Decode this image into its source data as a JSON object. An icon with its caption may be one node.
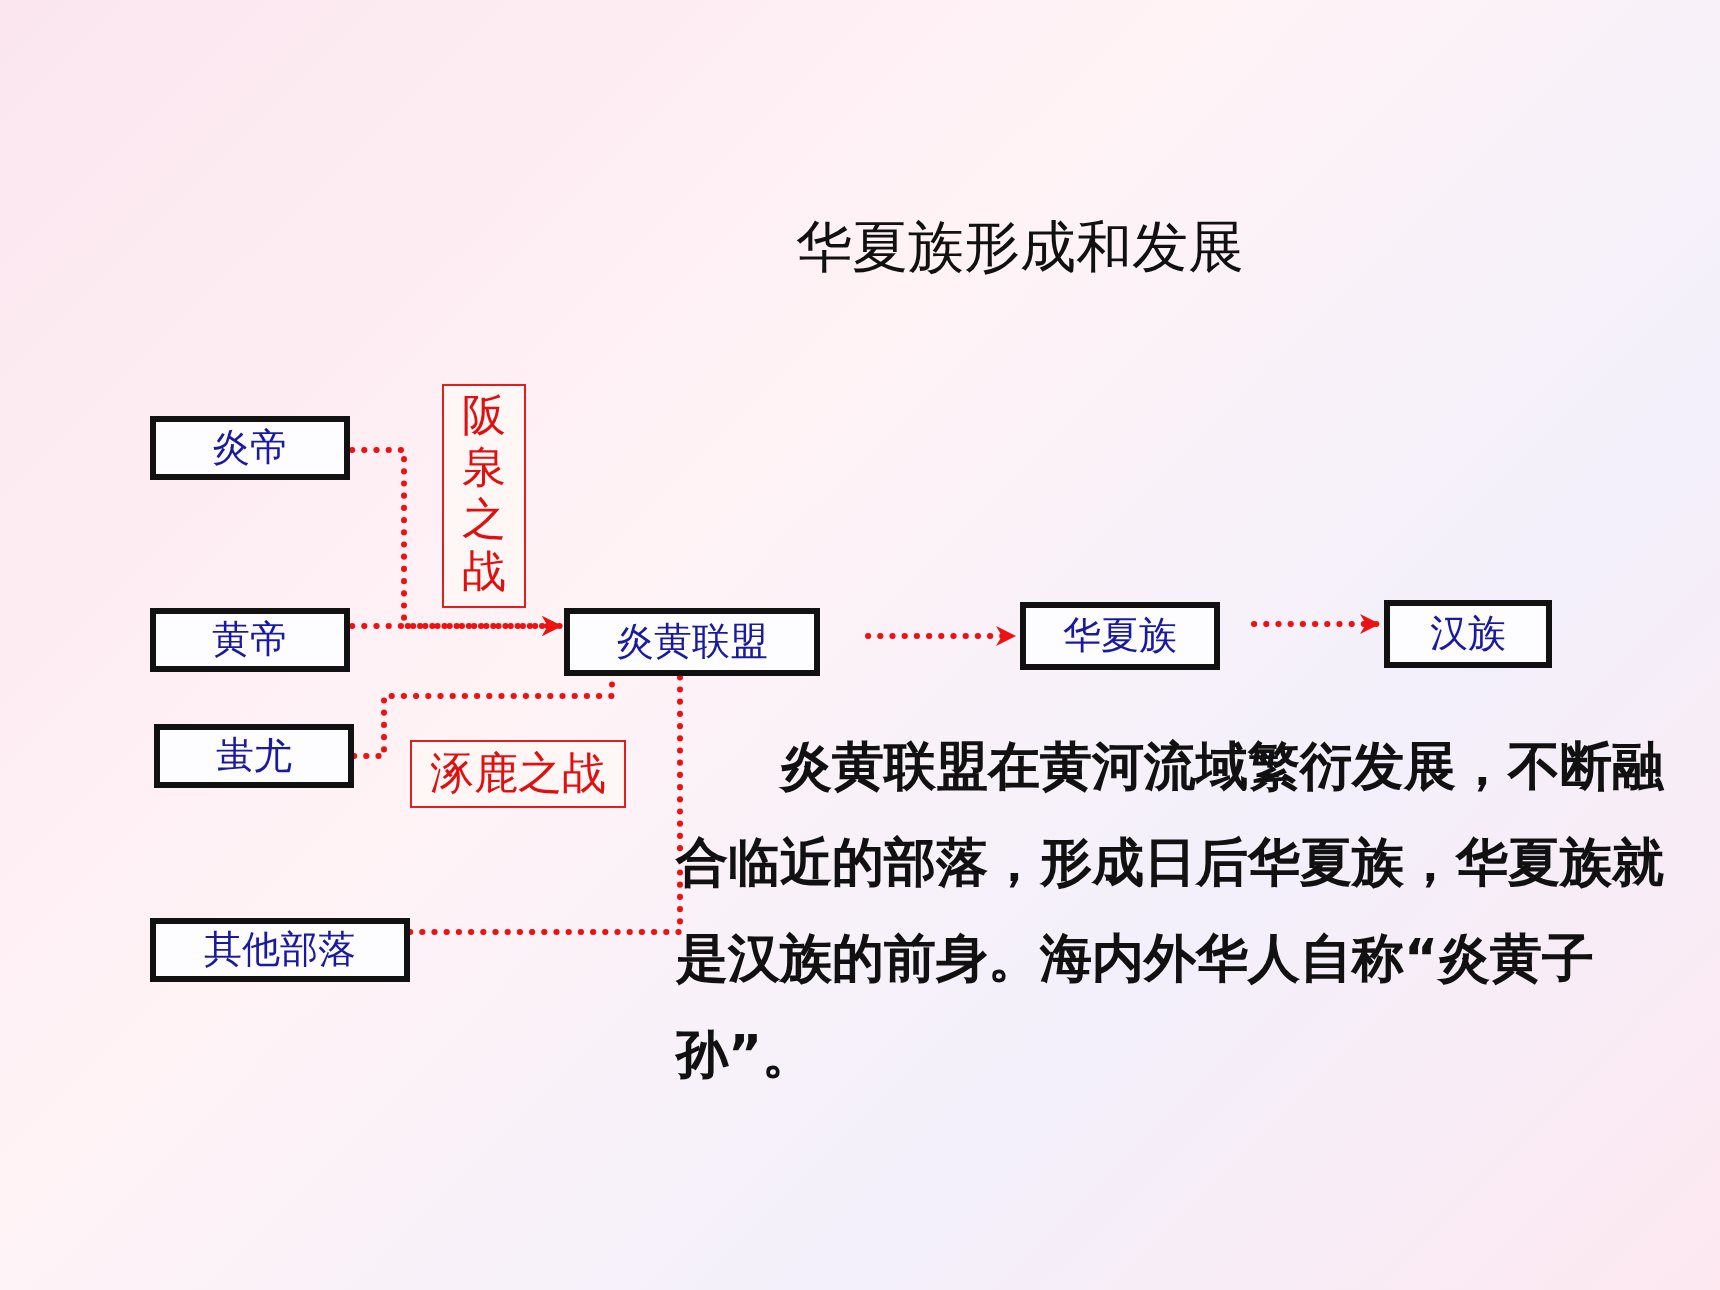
{
  "diagram": {
    "title": "华夏族形成和发展",
    "nodes": [
      {
        "text": [
          "炎帝"
        ]
      },
      {
        "text": [
          "黄帝"
        ]
      },
      {
        "text": [
          "蚩尤"
        ]
      },
      {
        "text": [
          "其他部落"
        ]
      },
      {
        "text": [
          "阪泉之战"
        ]
      },
      {
        "text": [
          "涿鹿之战"
        ]
      },
      {
        "text": [
          "炎黄联盟"
        ]
      },
      {
        "text": [
          "华夏族"
        ]
      },
      {
        "text": [
          "汉族"
        ]
      }
    ],
    "edges": [
      {
        "from": 0,
        "to": 6,
        "arrow": "to",
        "style": "dashed"
      },
      {
        "from": 1,
        "to": 6,
        "arrow": "to",
        "style": "dashed"
      },
      {
        "from": 2,
        "to": 6,
        "arrow": "none",
        "style": "dashed"
      },
      {
        "from": 3,
        "to": 6,
        "arrow": "none",
        "style": "dashed"
      },
      {
        "from": 6,
        "to": 7,
        "arrow": "to",
        "style": "dashed"
      },
      {
        "from": 7,
        "to": 8,
        "arrow": "to",
        "style": "dashed"
      }
    ],
    "labels": [
      "炎黄联盟在黄河流域繁衍发展，不断融合临近的部落，形成日后华夏族，华夏族就是汉族的前身。海内外华人自称“炎黄子孙”。"
    ]
  }
}
